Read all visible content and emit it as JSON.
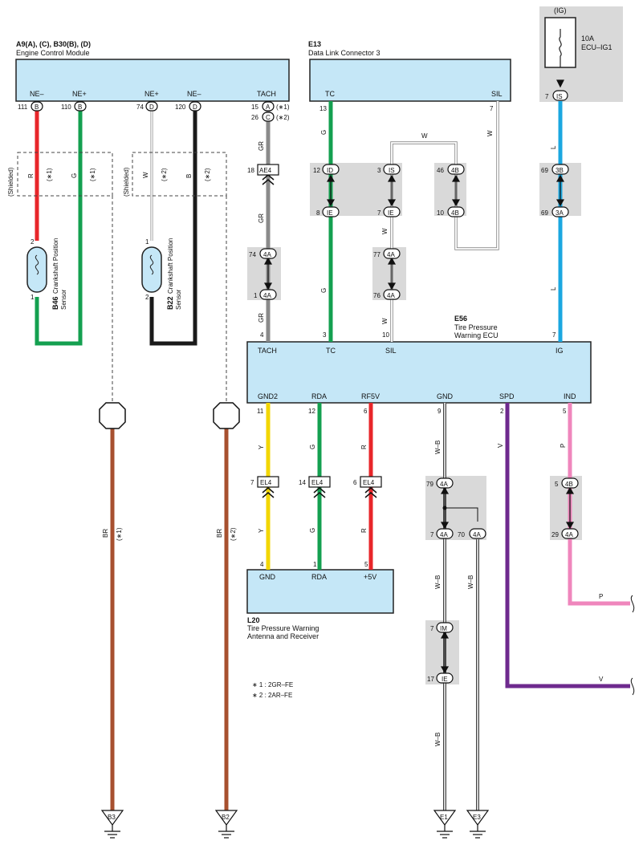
{
  "ecm": {
    "code": "A9(A), (C), B30(B), (D)",
    "name": "Engine Control Module",
    "pins": [
      "NE–",
      "NE+",
      "NE+",
      "NE–",
      "TACH"
    ]
  },
  "dlc": {
    "code": "E13",
    "name": "Data Link Connector 3",
    "pins": [
      "TC",
      "SIL"
    ]
  },
  "tpms_ecu": {
    "code": "E56",
    "name_line1": "Tire Pressure",
    "name_line2": "Warning ECU",
    "pins_top": [
      "TACH",
      "TC",
      "SIL",
      "IG"
    ],
    "pins_bottom": [
      "GND2",
      "RDA",
      "RF5V",
      "GND",
      "SPD",
      "IND"
    ]
  },
  "receiver": {
    "code": "L20",
    "name_line1": "Tire Pressure Warning",
    "name_line2": "Antenna and Receiver",
    "pins": [
      "GND",
      "RDA",
      "+5V"
    ]
  },
  "fuse": {
    "ig": "(IG)",
    "amp": "10A",
    "name": "ECU–IG1"
  },
  "sensors": [
    {
      "code": "B46",
      "name_line1": "Crankshaft Position",
      "name_line2": "Sensor"
    },
    {
      "code": "B22",
      "name_line1": "Crankshaft Position",
      "name_line2": "Sensor"
    }
  ],
  "shielded": "(Shielded)",
  "notes": [
    "∗ 1 : 2GR–FE",
    "∗ 2 : 2AR–FE"
  ],
  "grounds": [
    "B3",
    "B2",
    "E1",
    "E3"
  ],
  "pin_numbers": {
    "ecm": [
      "111",
      "110",
      "74",
      "120",
      "15",
      "26"
    ],
    "ecm_letters": [
      "B",
      "B",
      "D",
      "D",
      "A",
      "C"
    ],
    "ecm_notes": [
      "(∗1)",
      "(∗2)"
    ],
    "dlc": [
      "13",
      "7"
    ],
    "ecu_top": [
      "4",
      "3",
      "10",
      "7"
    ],
    "ecu_bottom": [
      "11",
      "12",
      "6",
      "9",
      "2",
      "5"
    ],
    "receiver": [
      "4",
      "1",
      "5"
    ],
    "fuse": "7",
    "fuse_conn": "IS",
    "sensor1": [
      "2",
      "1"
    ],
    "sensor2": [
      "1",
      "2"
    ]
  },
  "connectors": {
    "ae4": {
      "pin": "18",
      "name": "AE4"
    },
    "el4": [
      {
        "pin": "7",
        "name": "EL4"
      },
      {
        "pin": "14",
        "name": "EL4"
      },
      {
        "pin": "6",
        "name": "EL4"
      }
    ],
    "pins_4a_tach": [
      {
        "pin": "74",
        "name": "4A"
      },
      {
        "pin": "1",
        "name": "4A"
      }
    ],
    "id_ie": [
      {
        "pin": "12",
        "name": "ID"
      },
      {
        "pin": "8",
        "name": "IE"
      }
    ],
    "is_ie": [
      {
        "pin": "3",
        "name": "IS"
      },
      {
        "pin": "7",
        "name": "IE"
      }
    ],
    "pins_4b": [
      {
        "pin": "46",
        "name": "4B"
      },
      {
        "pin": "10",
        "name": "4B"
      }
    ],
    "pins_3b3a": [
      {
        "pin": "69",
        "name": "3B"
      },
      {
        "pin": "69",
        "name": "3A"
      }
    ],
    "pins_4a_sil": [
      {
        "pin": "77",
        "name": "4A"
      },
      {
        "pin": "76",
        "name": "4A"
      }
    ],
    "gnd_junction": [
      {
        "pin": "79",
        "name": "4A"
      },
      {
        "pin": "7",
        "name": "4A"
      },
      {
        "pin": "70",
        "name": "4A"
      }
    ],
    "ind_junction": [
      {
        "pin": "5",
        "name": "4B"
      },
      {
        "pin": "29",
        "name": "4A"
      }
    ],
    "im_ie": [
      {
        "pin": "7",
        "name": "IM"
      },
      {
        "pin": "17",
        "name": "IE"
      }
    ]
  },
  "wire_labels": {
    "r": "R",
    "g": "G",
    "w": "W",
    "b": "B",
    "gr": "GR",
    "l": "L",
    "y": "Y",
    "v": "V",
    "p": "P",
    "wb": "W–B",
    "br": "BR",
    "n1": "(∗1)",
    "n2": "(∗2)"
  },
  "colors": {
    "red": "#e8262a",
    "green": "#14a050",
    "black": "#1a1a1a",
    "gray": "#8a8a8a",
    "blue": "#1ba7e0",
    "yellow": "#f2d600",
    "purple": "#6e2a8e",
    "pink": "#ef86bc",
    "brown": "#a7502f",
    "box": "#c5e7f7",
    "shade": "#d9d9d9"
  }
}
